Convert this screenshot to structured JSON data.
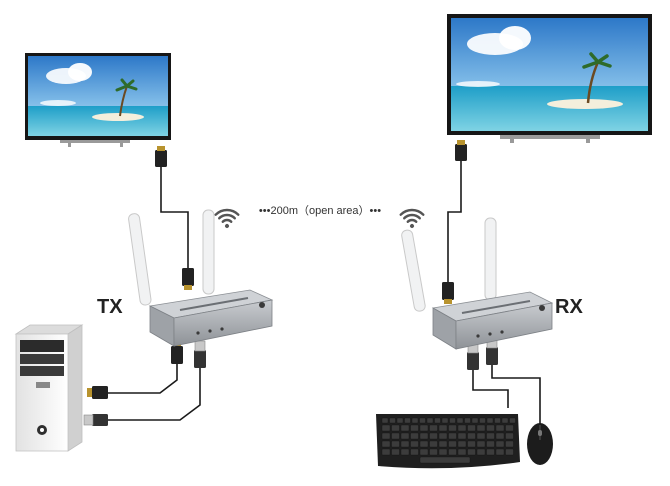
{
  "labels": {
    "transmitter": "TX",
    "receiver": "RX",
    "range": "•••200m（open area）•••"
  },
  "icons": {
    "left_wifi": "wifi-signal-icon",
    "right_wifi": "wifi-signal-icon"
  },
  "colors": {
    "cable": "#1a1a1a",
    "device_body": "#a9adb2",
    "antenna": "#f2f3f4",
    "sky": "#3f8fd6",
    "sea": "#2fa6c9",
    "pc_case": "#f4f4f4"
  }
}
